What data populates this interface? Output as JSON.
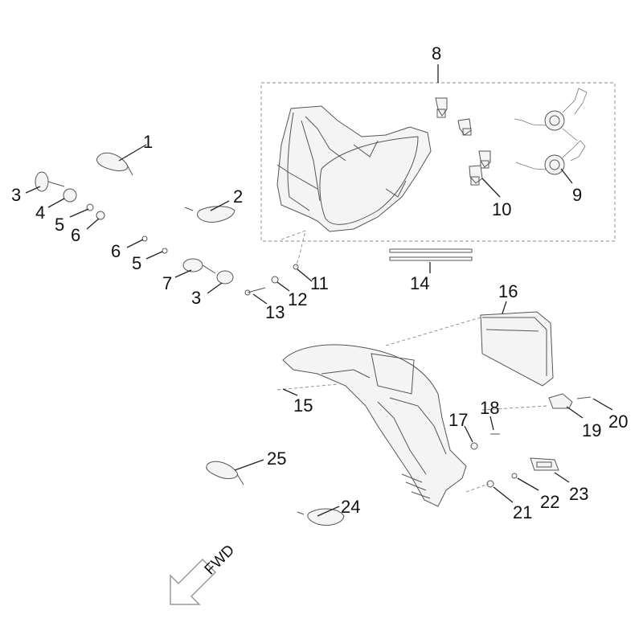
{
  "labels": {
    "n1": "1",
    "n2": "2",
    "n3a": "3",
    "n3b": "3",
    "n4": "4",
    "n5a": "5",
    "n5b": "5",
    "n6a": "6",
    "n6b": "6",
    "n7": "7",
    "n8": "8",
    "n9": "9",
    "n10": "10",
    "n11": "11",
    "n12": "12",
    "n13": "13",
    "n14": "14",
    "n15": "15",
    "n16": "16",
    "n17": "17",
    "n18": "18",
    "n19": "19",
    "n20": "20",
    "n21": "21",
    "n22": "22",
    "n23": "23",
    "n24": "24",
    "n25": "25"
  },
  "direction": {
    "label": "FWD",
    "icon": "forward-arrow-icon"
  },
  "colors": {
    "line": "#555555",
    "text": "#111111",
    "arrow": "#999999"
  }
}
